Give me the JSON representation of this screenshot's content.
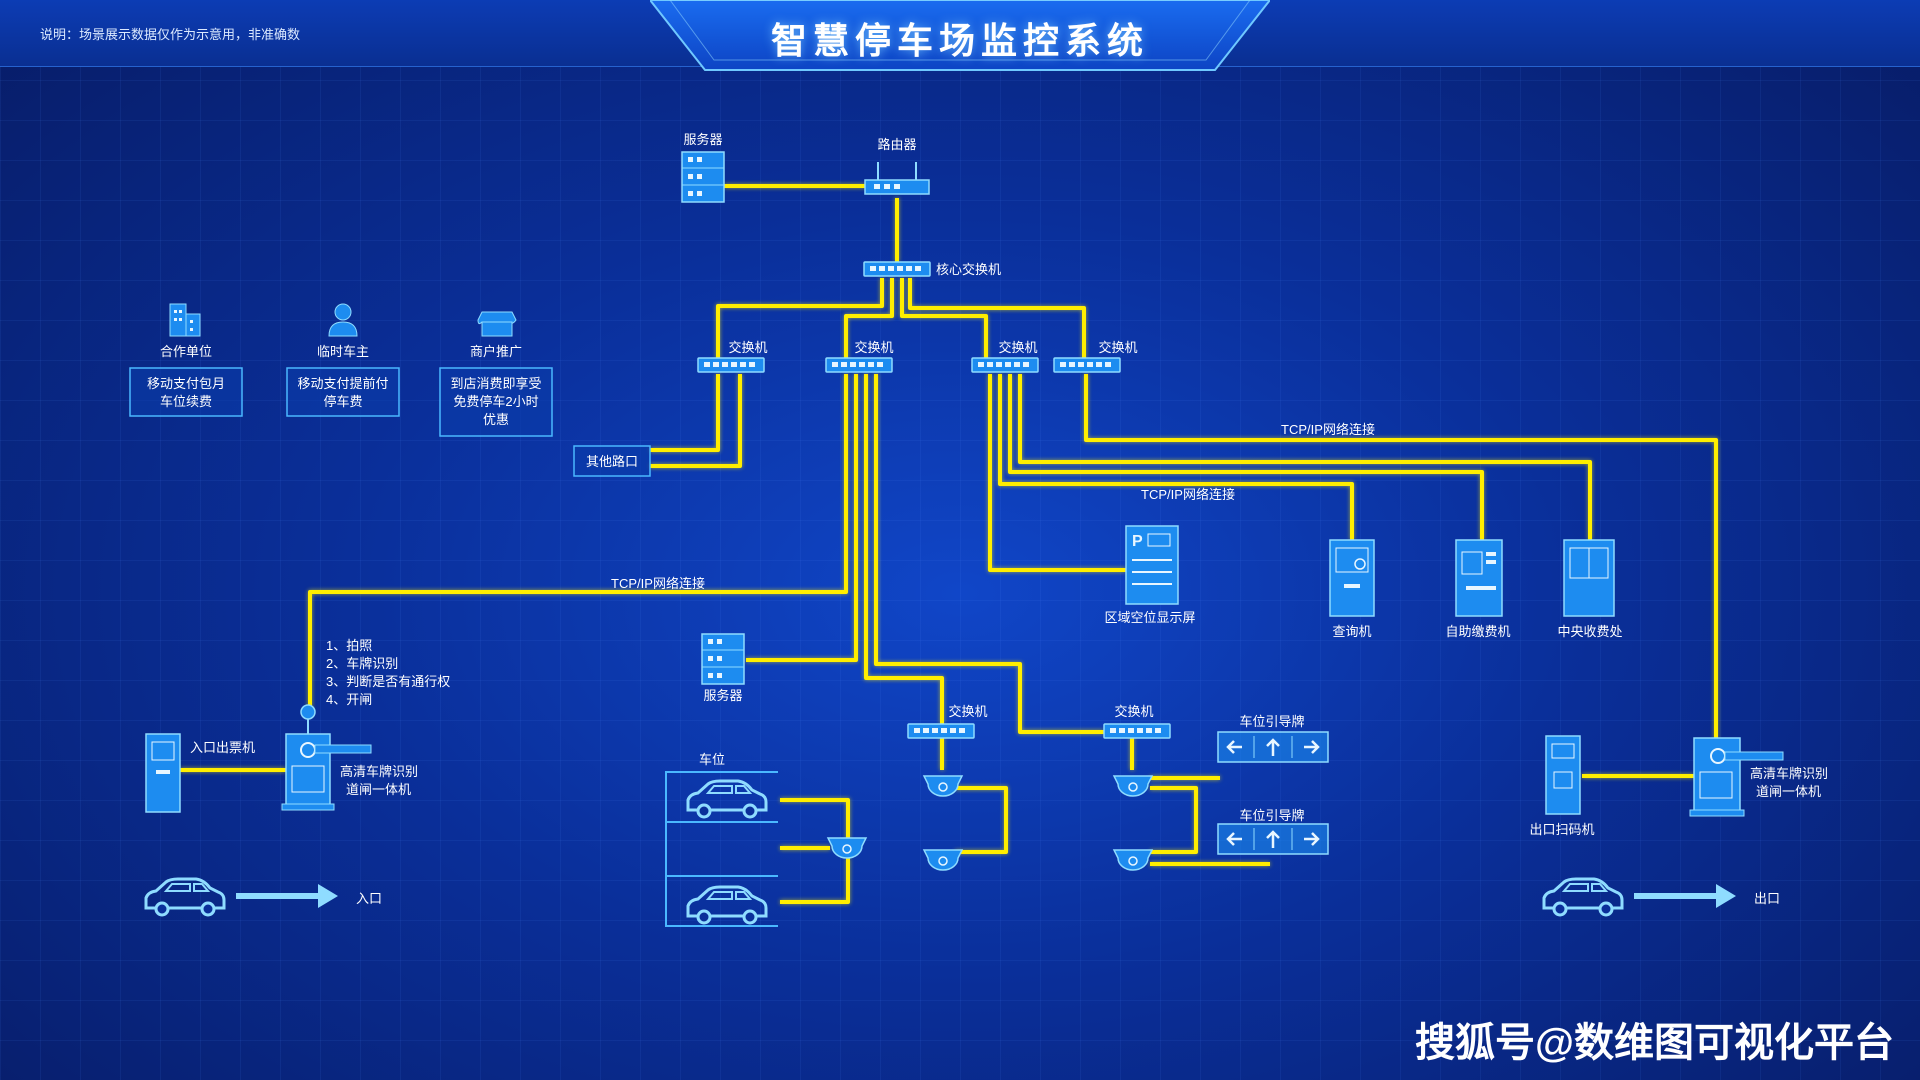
{
  "header": {
    "note": "说明：场景展示数据仅作为示意用，非准确数",
    "title": "智慧停车场监控系统"
  },
  "nodes": {
    "server_top": "服务器",
    "router": "路由器",
    "core_switch": "核心交换机",
    "switch_a": "交换机",
    "switch_b": "交换机",
    "switch_c": "交换机",
    "switch_d": "交换机",
    "other_gate": "其他路口",
    "server_mid": "服务器",
    "switch_e": "交换机",
    "switch_f": "交换机",
    "zone_display": "区域空位显示屏",
    "query_kiosk": "查询机",
    "self_pay": "自助缴费机",
    "central_cashier": "中央收费处",
    "entry_ticket": "入口出票机",
    "entry_lpr": [
      "高清车牌识别",
      "道闸一体机"
    ],
    "exit_scan": "出口扫码机",
    "exit_lpr": [
      "高清车牌识别",
      "道闸一体机"
    ],
    "parking_space": "车位",
    "guide_sign_1": "车位引导牌",
    "guide_sign_2": "车位引导牌",
    "entrance": "入口",
    "exit": "出口"
  },
  "links": {
    "tcp_1": "TCP/IP网络连接",
    "tcp_2": "TCP/IP网络连接",
    "tcp_3": "TCP/IP网络连接"
  },
  "steps": [
    "1、拍照",
    "2、车牌识别",
    "3、判断是否有通行权",
    "4、开闸"
  ],
  "users": [
    {
      "name": "合作单位",
      "desc": [
        "移动支付包月",
        "车位续费"
      ]
    },
    {
      "name": "临时车主",
      "desc": [
        "移动支付提前付",
        "停车费"
      ]
    },
    {
      "name": "商户推广",
      "desc": [
        "到店消费即享受",
        "免费停车2小时",
        "优惠"
      ]
    }
  ],
  "watermark": "搜狐号@数维图可视化平台",
  "colors": {
    "wire": "#ffee00",
    "device": "#1d8cf0",
    "background": "#0a2f9a"
  }
}
